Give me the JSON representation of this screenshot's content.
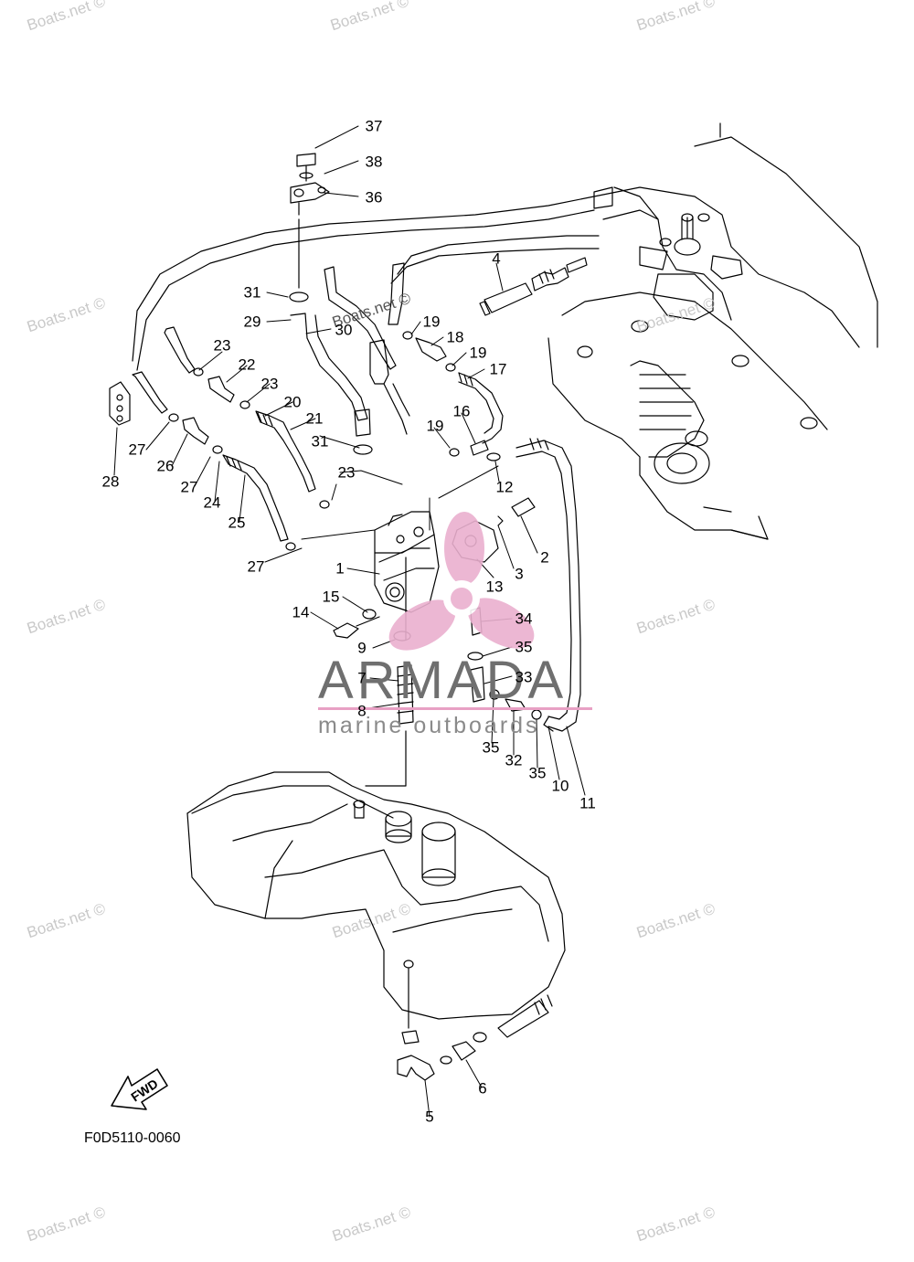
{
  "figure_code": "F0D5110-0060",
  "fwd_label": "FWD",
  "brand": {
    "name": "ARMADA",
    "tagline": "marine outboards",
    "accent": "#e8a0c4"
  },
  "watermark_text": "Boats.net ©",
  "callouts": [
    "1",
    "2",
    "3",
    "4",
    "5",
    "6",
    "7",
    "8",
    "9",
    "10",
    "11",
    "12",
    "13",
    "14",
    "15",
    "16",
    "17",
    "18",
    "19",
    "19",
    "19",
    "20",
    "21",
    "22",
    "23",
    "23",
    "23",
    "24",
    "25",
    "26",
    "27",
    "27",
    "27",
    "28",
    "29",
    "30",
    "31",
    "31",
    "32",
    "33",
    "34",
    "35",
    "35",
    "35",
    "36",
    "37",
    "38"
  ]
}
